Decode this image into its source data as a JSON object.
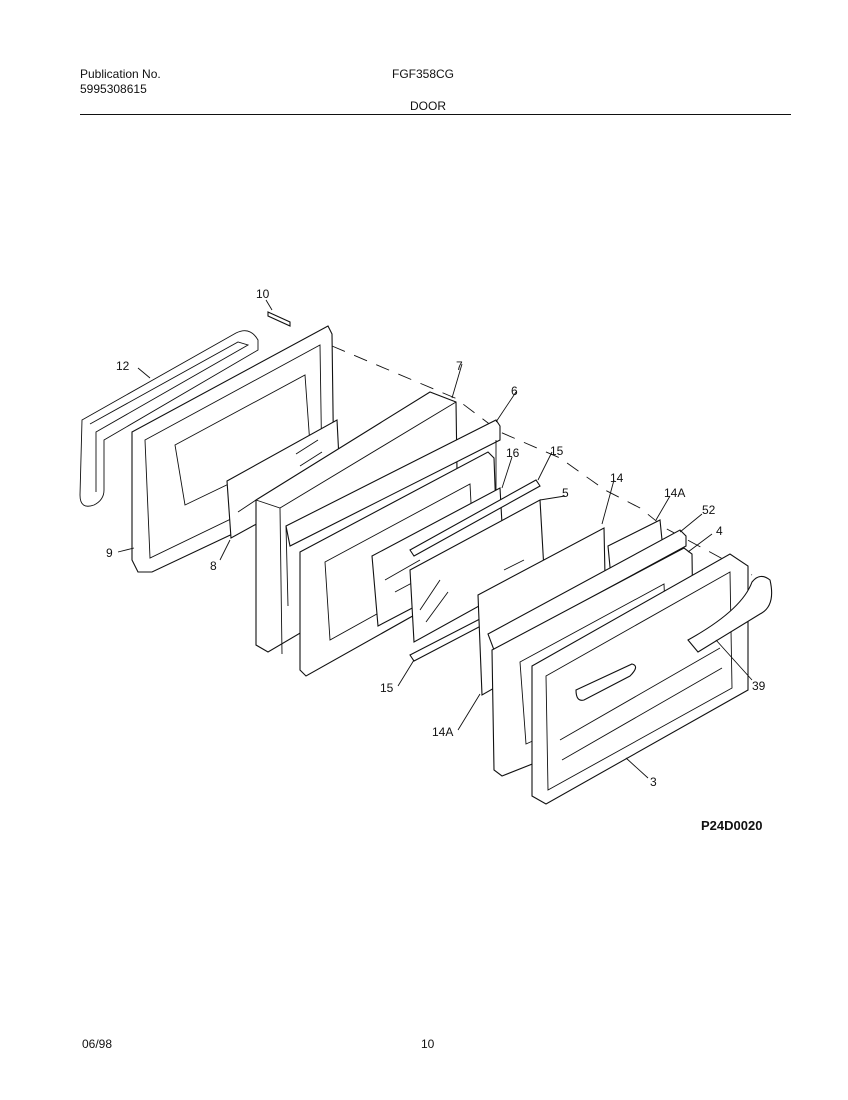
{
  "header": {
    "publication_label": "Publication No.",
    "publication_number": "5995308615",
    "model": "FGF358CG",
    "section_title": "DOOR"
  },
  "diagram": {
    "callouts": {
      "c10": "10",
      "c12": "12",
      "c7": "7",
      "c6": "6",
      "c15a": "15",
      "c16": "16",
      "c14": "14",
      "c5": "5",
      "c14a_top": "14A",
      "c52": "52",
      "c4": "4",
      "c9": "9",
      "c8": "8",
      "c15b": "15",
      "c39": "39",
      "c14a_bottom": "14A",
      "c3": "3"
    },
    "drawing_code": "P24D0020"
  },
  "footer": {
    "date": "06/98",
    "page_number": "10"
  }
}
